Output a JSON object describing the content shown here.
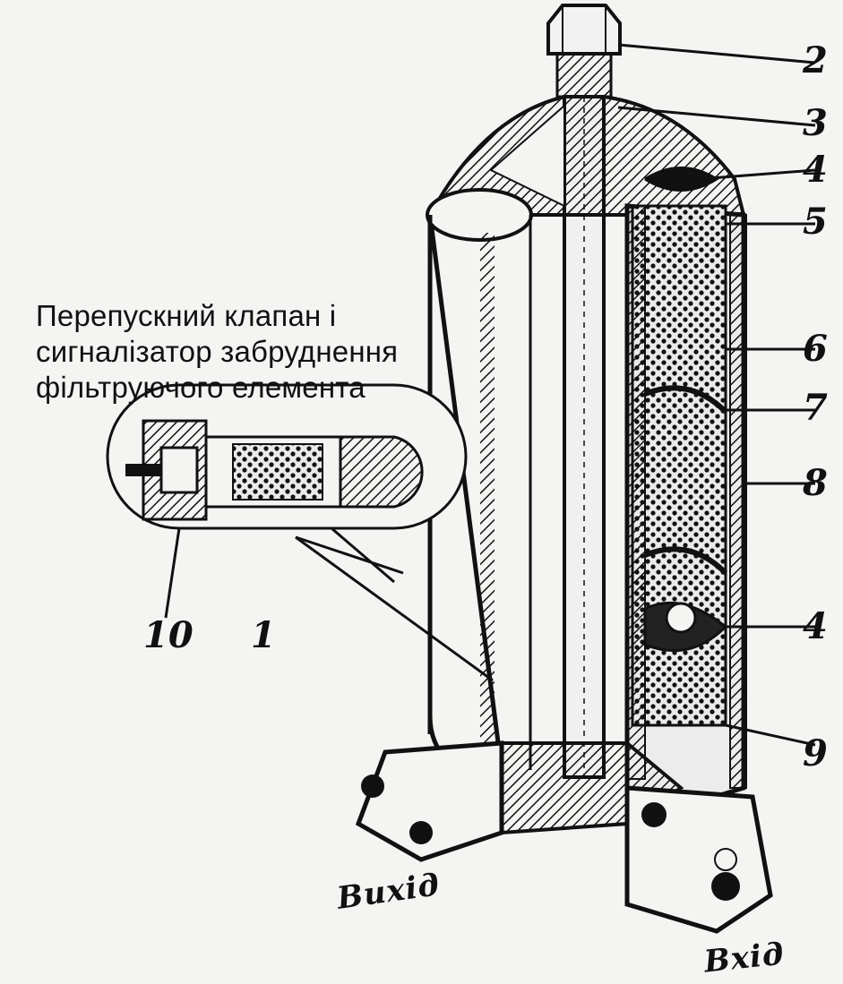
{
  "caption": {
    "lines": [
      "Перепускний клапан і",
      "сигналізатор забруднення",
      "фільтруючого елемента"
    ]
  },
  "callouts": [
    {
      "id": "2",
      "label": "2"
    },
    {
      "id": "3",
      "label": "3"
    },
    {
      "id": "4a",
      "label": "4"
    },
    {
      "id": "5",
      "label": "5"
    },
    {
      "id": "6",
      "label": "6"
    },
    {
      "id": "7",
      "label": "7"
    },
    {
      "id": "8",
      "label": "8"
    },
    {
      "id": "4b",
      "label": "4"
    },
    {
      "id": "9",
      "label": "9"
    },
    {
      "id": "10",
      "label": "10"
    },
    {
      "id": "1",
      "label": "1"
    }
  ],
  "ports": {
    "outlet": "Вихід",
    "inlet": "Вхід"
  },
  "colors": {
    "ink": "#111111",
    "paper": "#f4f4f2"
  }
}
